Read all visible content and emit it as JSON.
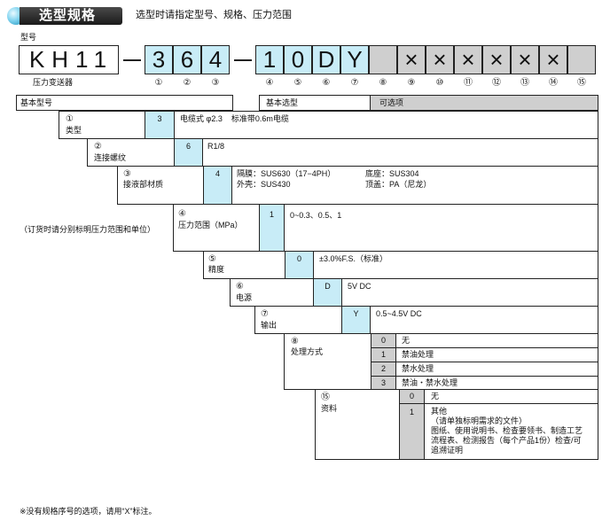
{
  "header": {
    "section_title": "选型规格",
    "subtitle": "选型时请指定型号、规格、压力范围"
  },
  "model": {
    "label": "型号",
    "base_code": "KH11",
    "base_label": "压力变送器",
    "codes": [
      "3",
      "6",
      "4",
      "1",
      "0",
      "D",
      "Y",
      "",
      "×",
      "×",
      "×",
      "×",
      "×",
      "×",
      ""
    ],
    "circled": [
      "①",
      "②",
      "③",
      "④",
      "⑤",
      "⑥",
      "⑦",
      "⑧",
      "⑨",
      "⑩",
      "⑪",
      "⑫",
      "⑬",
      "⑭",
      "⑮"
    ]
  },
  "table_header": {
    "base_model": "基本型号",
    "base_selection": "基本选型",
    "optional": "可选项"
  },
  "rows": [
    {
      "num": "①",
      "label": "类型",
      "code": "3",
      "desc": "电缆式 φ2.3    标准带0.6m电缆"
    },
    {
      "num": "②",
      "label": "连接螺纹",
      "code": "6",
      "desc": "R1/8"
    },
    {
      "num": "③",
      "label": "接液部材质",
      "code": "4",
      "desc1a": "隔膜：SUS630（17−4PH）",
      "desc1b": "底座：SUS304",
      "desc2a": "外壳：SUS430",
      "desc2b": "顶盖：PA（尼龙）"
    },
    {
      "num": "④",
      "label": "压力范围（MPa）",
      "code": "1",
      "desc": "0~0.3、0.5、1",
      "note": "（订货时请分别标明压力范围和单位）"
    },
    {
      "num": "⑤",
      "label": "精度",
      "code": "0",
      "desc": "±3.0%F.S.（标准）"
    },
    {
      "num": "⑥",
      "label": "电源",
      "code": "D",
      "desc": "5V DC"
    },
    {
      "num": "⑦",
      "label": "输出",
      "code": "Y",
      "desc": "0.5~4.5V DC"
    }
  ],
  "option8": {
    "num": "⑧",
    "label": "处理方式",
    "items": [
      {
        "code": "0",
        "desc": "无"
      },
      {
        "code": "1",
        "desc": "禁油处理"
      },
      {
        "code": "2",
        "desc": "禁水处理"
      },
      {
        "code": "3",
        "desc": "禁油・禁水处理"
      }
    ]
  },
  "option15": {
    "num": "⑮",
    "label": "资料",
    "items": [
      {
        "code": "0",
        "desc": "无"
      },
      {
        "code": "1",
        "desc_l1": "其他",
        "desc_l2": "（请单独标明需求的文件）",
        "desc_l3": "图纸、使用说明书、检查要领书、制造工艺",
        "desc_l4": "流程表、检测报告（每个产品1份）检查/可",
        "desc_l5": "追溯证明"
      }
    ]
  },
  "footnote": "※没有规格序号的选项，请用“X”标注。"
}
